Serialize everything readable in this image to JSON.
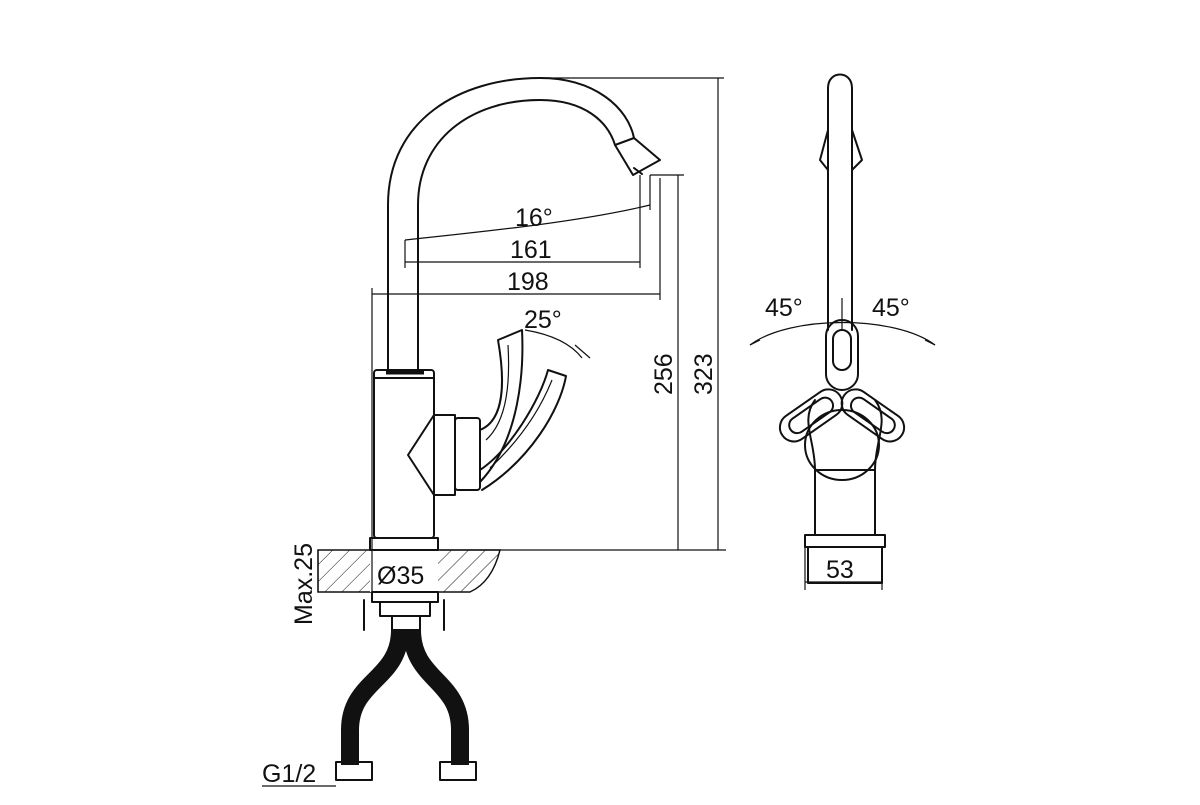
{
  "drawing": {
    "dimensions": {
      "spout_angle": "16°",
      "reach_inner": "161",
      "reach_outer": "198",
      "lever_angle": "25°",
      "spout_height": "256",
      "total_height": "323",
      "max_thickness": "Max.25",
      "hole_diameter": "Ø35",
      "connection": "G1/2",
      "rotation_left": "45°",
      "rotation_right": "45°",
      "body_width": "53"
    }
  }
}
